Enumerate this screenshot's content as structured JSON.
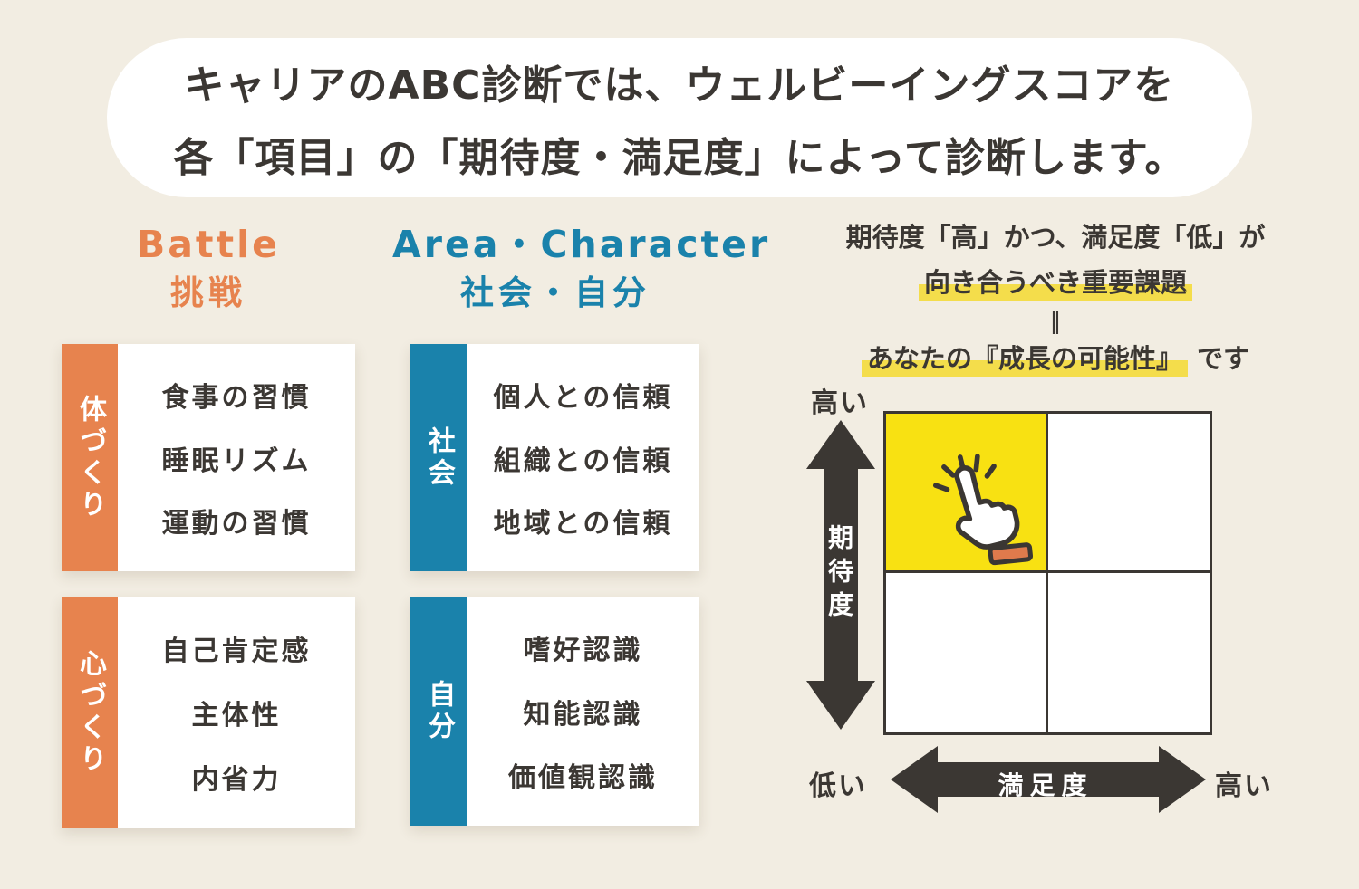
{
  "title": {
    "line1": "キャリアのABC診断では、ウェルビーイングスコアを",
    "line2": "各「項目」の「期待度・満足度」によって診断します。"
  },
  "columns": [
    {
      "id": "battle",
      "header_en": "Battle",
      "header_ja": "挑戦",
      "accent_color": "#E7834E",
      "cards": [
        {
          "side_label": "体づくり",
          "items": [
            "食事の習慣",
            "睡眠リズム",
            "運動の習慣"
          ]
        },
        {
          "side_label": "心づくり",
          "items": [
            "自己肯定感",
            "主体性",
            "内省力"
          ]
        }
      ]
    },
    {
      "id": "area-character",
      "header_en": "Area・Character",
      "header_ja": "社会・自分",
      "accent_color": "#1A82AB",
      "cards": [
        {
          "side_label": "社会",
          "items": [
            "個人との信頼",
            "組織との信頼",
            "地域との信頼"
          ]
        },
        {
          "side_label": "自分",
          "items": [
            "嗜好認識",
            "知能認識",
            "価値観認識"
          ]
        }
      ]
    }
  ],
  "matrix_note": {
    "line1": "期待度「高」かつ、満足度「低」が",
    "line2": "向き合うべき重要課題",
    "equals": "‖",
    "line3_highlight": "あなたの『成長の可能性』",
    "line3_suffix": "です"
  },
  "matrix": {
    "y_axis_label": "期待度",
    "x_axis_label": "満足度",
    "y_top": "高い",
    "origin_low": "低い",
    "x_right": "高い",
    "highlighted_quadrant": "high-expectation-low-satisfaction",
    "quadrants": [
      "high-expectation-low-satisfaction",
      "high-expectation-high-satisfaction",
      "low-expectation-low-satisfaction",
      "low-expectation-high-satisfaction"
    ]
  },
  "icons": {
    "click_hand": "pointing-hand-with-click-rays",
    "y_axis": "double-headed-arrow-vertical",
    "x_axis": "double-headed-arrow-horizontal"
  },
  "colors": {
    "background": "#F2EDE2",
    "card_white": "#FFFFFF",
    "text_dark": "#3B3733",
    "battle_orange": "#E7834E",
    "area_teal": "#1A82AB",
    "quadrant_yellow": "#F8E112",
    "highlight_yellow": "#F4DD4B",
    "cuff_orange": "#DF7A4C"
  }
}
